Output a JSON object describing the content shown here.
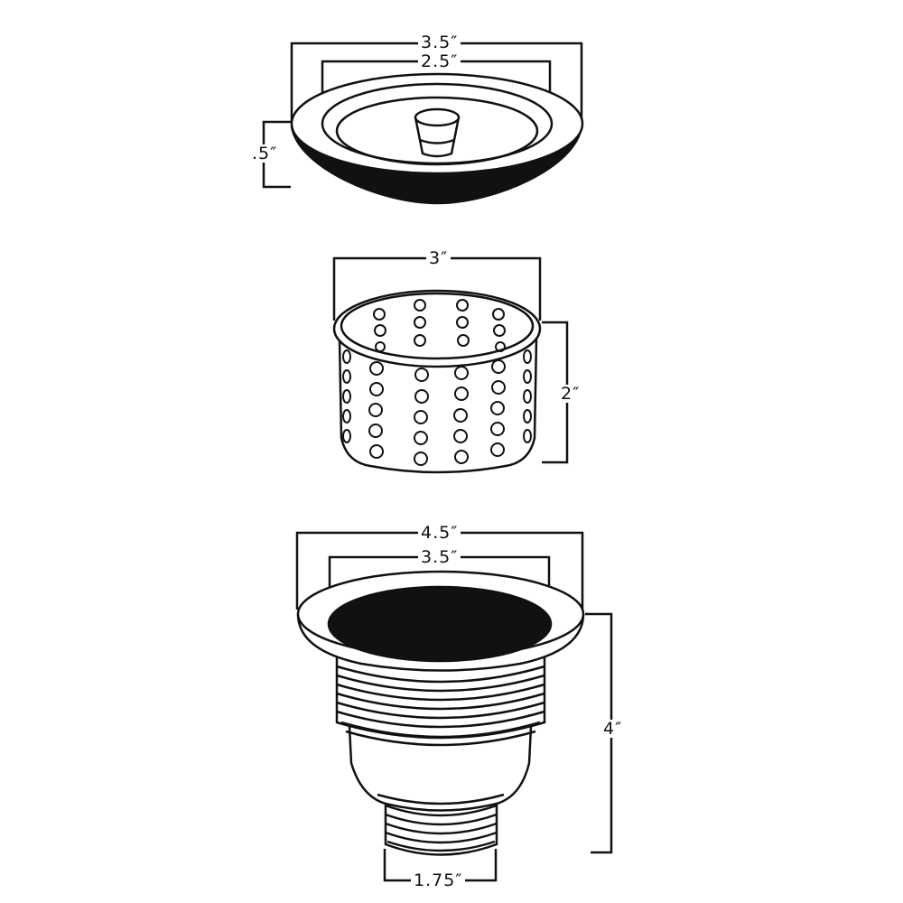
{
  "diagram": {
    "subject": "Kitchen sink basket strainer assembly",
    "line_color": "#111111",
    "background": "#ffffff",
    "components": [
      {
        "id": "stopper-cap",
        "name": "Stopper cap with knob",
        "dimensions": {
          "outer_diameter": "3.5″",
          "inner_diameter": "2.5″",
          "height": ".5″"
        }
      },
      {
        "id": "strainer-basket",
        "name": "Perforated strainer basket",
        "dimensions": {
          "diameter": "3″",
          "height": "2″"
        }
      },
      {
        "id": "drain-body",
        "name": "Threaded drain body",
        "dimensions": {
          "flange_diameter": "4.5″",
          "opening_diameter": "3.5″",
          "height": "4″",
          "outlet_diameter": "1.75″"
        }
      }
    ]
  }
}
